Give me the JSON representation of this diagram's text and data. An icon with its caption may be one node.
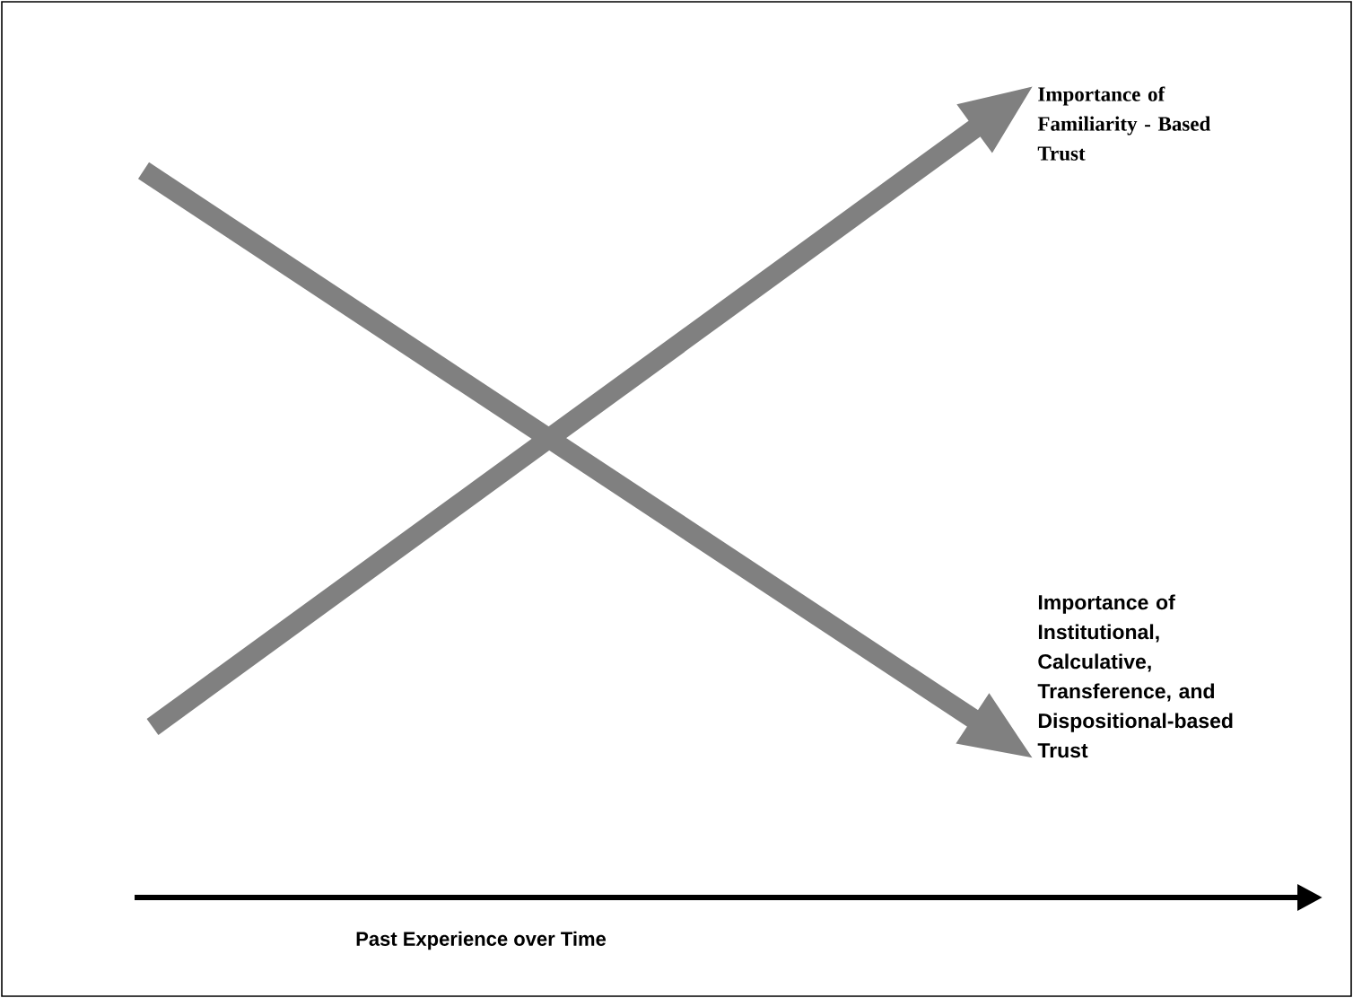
{
  "diagram": {
    "nodes": [
      {
        "text": [
          "Importance of Familiarity - Based Trust"
        ]
      },
      {
        "text": [
          "Importance of Institutional, Calculative, Transference, and Dispositional-based Trust"
        ]
      }
    ],
    "edges": [
      {
        "from": null,
        "to": 0,
        "arrow": "to"
      },
      {
        "from": null,
        "to": 1,
        "arrow": "to"
      }
    ],
    "labels": [
      "Past Experience over Time"
    ]
  }
}
